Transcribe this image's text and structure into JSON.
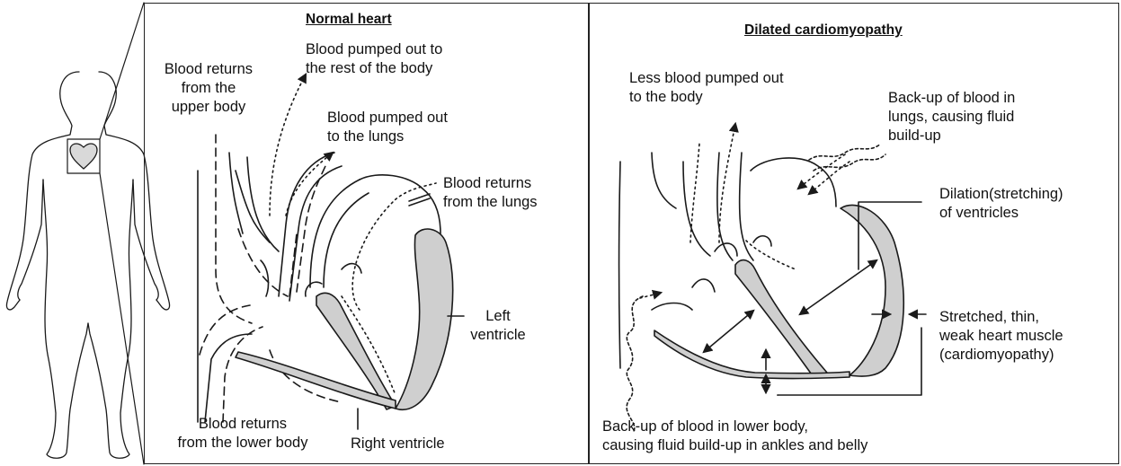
{
  "palette": {
    "ink": "#1a1a1a",
    "muscle_fill": "#cfcfcf",
    "heart_icon_fill": "#d9d9d9"
  },
  "normal_panel": {
    "title": "Normal heart",
    "labels": {
      "pumped_body": "Blood pumped out to\nthe rest of the body",
      "returns_upper": "Blood returns\nfrom the\nupper body",
      "pumped_lungs": "Blood pumped out\nto the lungs",
      "returns_lungs": "Blood returns\nfrom the lungs",
      "left_ventricle": "Left\nventricle",
      "returns_lower": "Blood returns\nfrom the lower body",
      "right_ventricle": "Right ventricle"
    }
  },
  "dilated_panel": {
    "title": "Dilated cardiomyopathy",
    "labels": {
      "less_blood": "Less blood pumped out\nto the body",
      "backup_lungs": "Back-up of blood in\nlungs, causing fluid\nbuild-up",
      "dilation": "Dilation(stretching)\nof ventricles",
      "stretched_muscle": "Stretched, thin,\nweak heart muscle\n(cardiomyopathy)",
      "backup_lower": "Back-up of blood in lower body,\ncausing fluid build-up in ankles and belly"
    }
  }
}
